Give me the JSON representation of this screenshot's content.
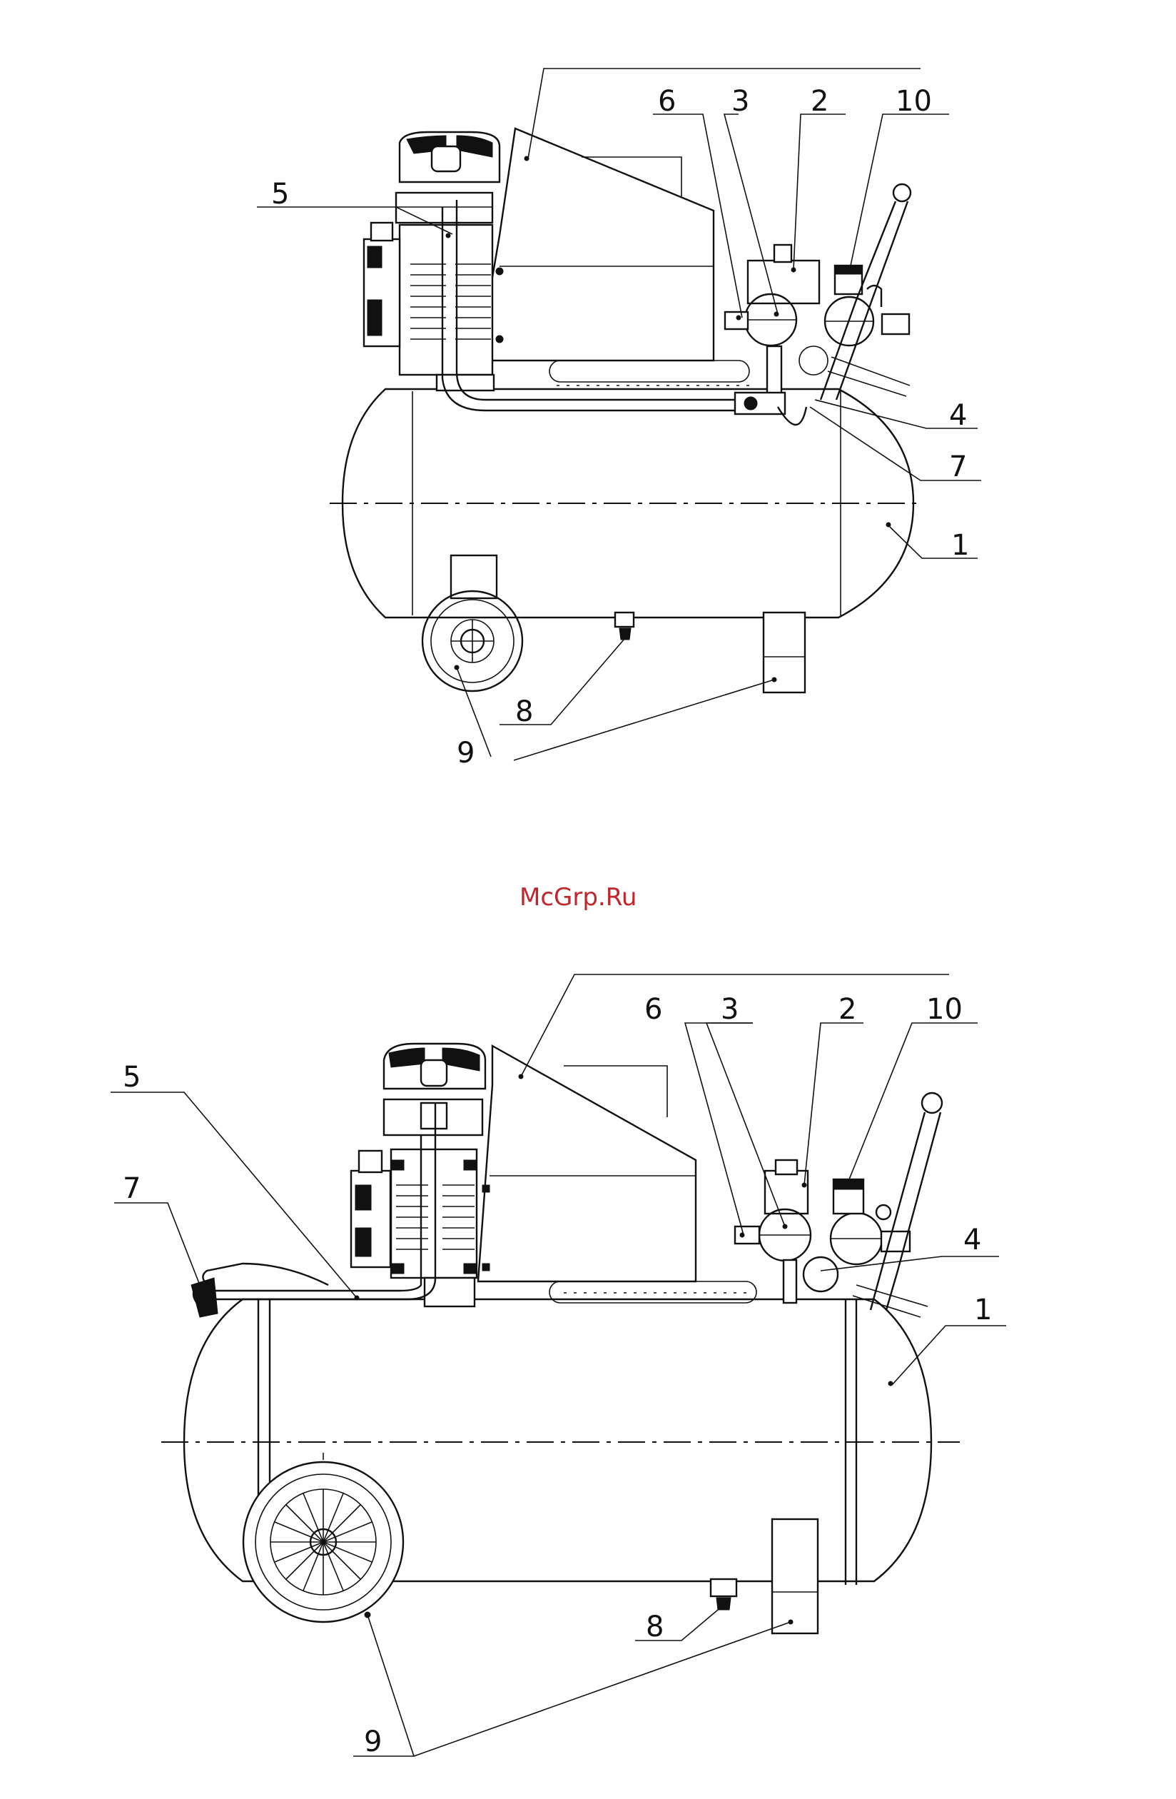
{
  "watermark": "McGrp.Ru",
  "top_view": {
    "labels": {
      "l1": "1",
      "l2": "2",
      "l3": "3",
      "l4": "4",
      "l5": "5",
      "l6": "6",
      "l7": "7",
      "l8": "8",
      "l9": "9",
      "l10": "10"
    }
  },
  "bottom_view": {
    "labels": {
      "l1": "1",
      "l2": "2",
      "l3": "3",
      "l4": "4",
      "l5": "5",
      "l6": "6",
      "l7": "7",
      "l8": "8",
      "l9": "9",
      "l10": "10"
    }
  }
}
